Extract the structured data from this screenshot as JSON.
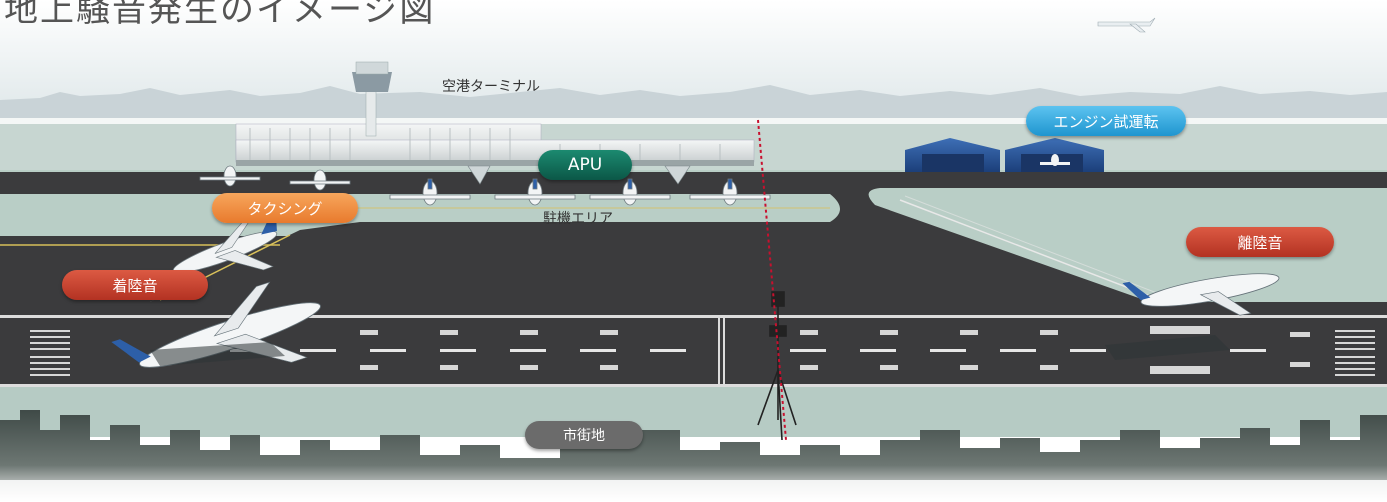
{
  "title": "地上騒音発生のイメージ図",
  "labels": {
    "terminal": "空港ターミナル",
    "apron": "駐機エリア",
    "city": "市街地"
  },
  "badges": {
    "engine_test": "エンジン試運転",
    "apu": "APU",
    "taxiing": "タクシング",
    "landing": "着陸音",
    "takeoff": "離陸音"
  },
  "colors": {
    "sky": "#dfe7ea",
    "grass": "#b9cec6",
    "runway": "#3b3b3d",
    "engine_test_badge": "#2aa7e0",
    "apu_badge": "#0f6b57",
    "taxiing_badge": "#f0883a",
    "landing_badge": "#c8402c",
    "takeoff_badge": "#c8402c",
    "city_badge": "#6b6b6b"
  }
}
